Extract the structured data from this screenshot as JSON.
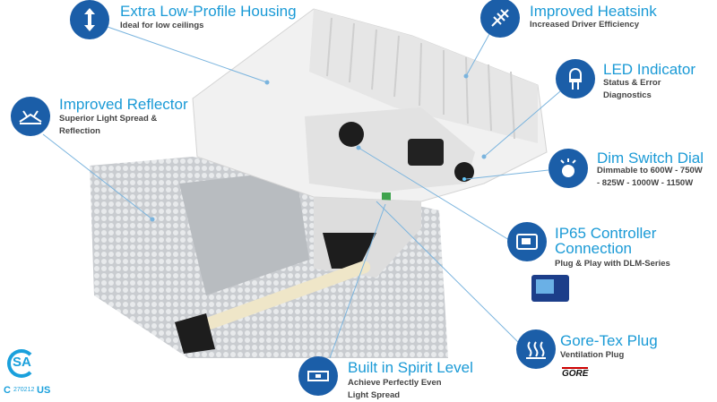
{
  "colors": {
    "title": "#1a9ad6",
    "icon_circle": "#1b5ea8",
    "leader": "#7ab4de",
    "text": "#444444"
  },
  "features": [
    {
      "id": "housing",
      "title": "Extra Low-Profile Housing",
      "subtitle": [
        "Ideal for low ceilings"
      ],
      "icon": "vertical-arrows-icon"
    },
    {
      "id": "heatsink",
      "title": "Improved Heatsink",
      "subtitle": [
        "Increased Driver Efficiency"
      ],
      "icon": "heatsink-fins-icon"
    },
    {
      "id": "led",
      "title": "LED Indicator",
      "subtitle": [
        "Status & Error",
        "Diagnostics"
      ],
      "icon": "led-bulb-icon"
    },
    {
      "id": "reflector",
      "title": "Improved Reflector",
      "subtitle": [
        "Superior Light Spread &",
        "Reflection"
      ],
      "icon": "reflector-rays-icon"
    },
    {
      "id": "dim",
      "title": "Dim Switch Dial",
      "subtitle": [
        "Dimmable to 600W - 750W",
        "- 825W - 1000W - 1150W"
      ],
      "icon": "dial-knob-icon"
    },
    {
      "id": "ip65",
      "title": [
        "IP65 Controller",
        "Connection"
      ],
      "subtitle": [
        "Plug & Play with DLM-Series"
      ],
      "icon": "controller-screen-icon"
    },
    {
      "id": "goretex",
      "title": "Gore-Tex Plug",
      "subtitle": [
        "Ventilation Plug"
      ],
      "icon": "vent-plug-icon"
    },
    {
      "id": "level",
      "title": "Built in Spirit Level",
      "subtitle": [
        "Achieve Perfectly Even",
        "Light Spread"
      ],
      "icon": "spirit-level-icon"
    }
  ],
  "logos": {
    "gore": "GORE",
    "csa": {
      "mark": "SA",
      "left": "C",
      "number": "270212",
      "right": "US"
    }
  }
}
